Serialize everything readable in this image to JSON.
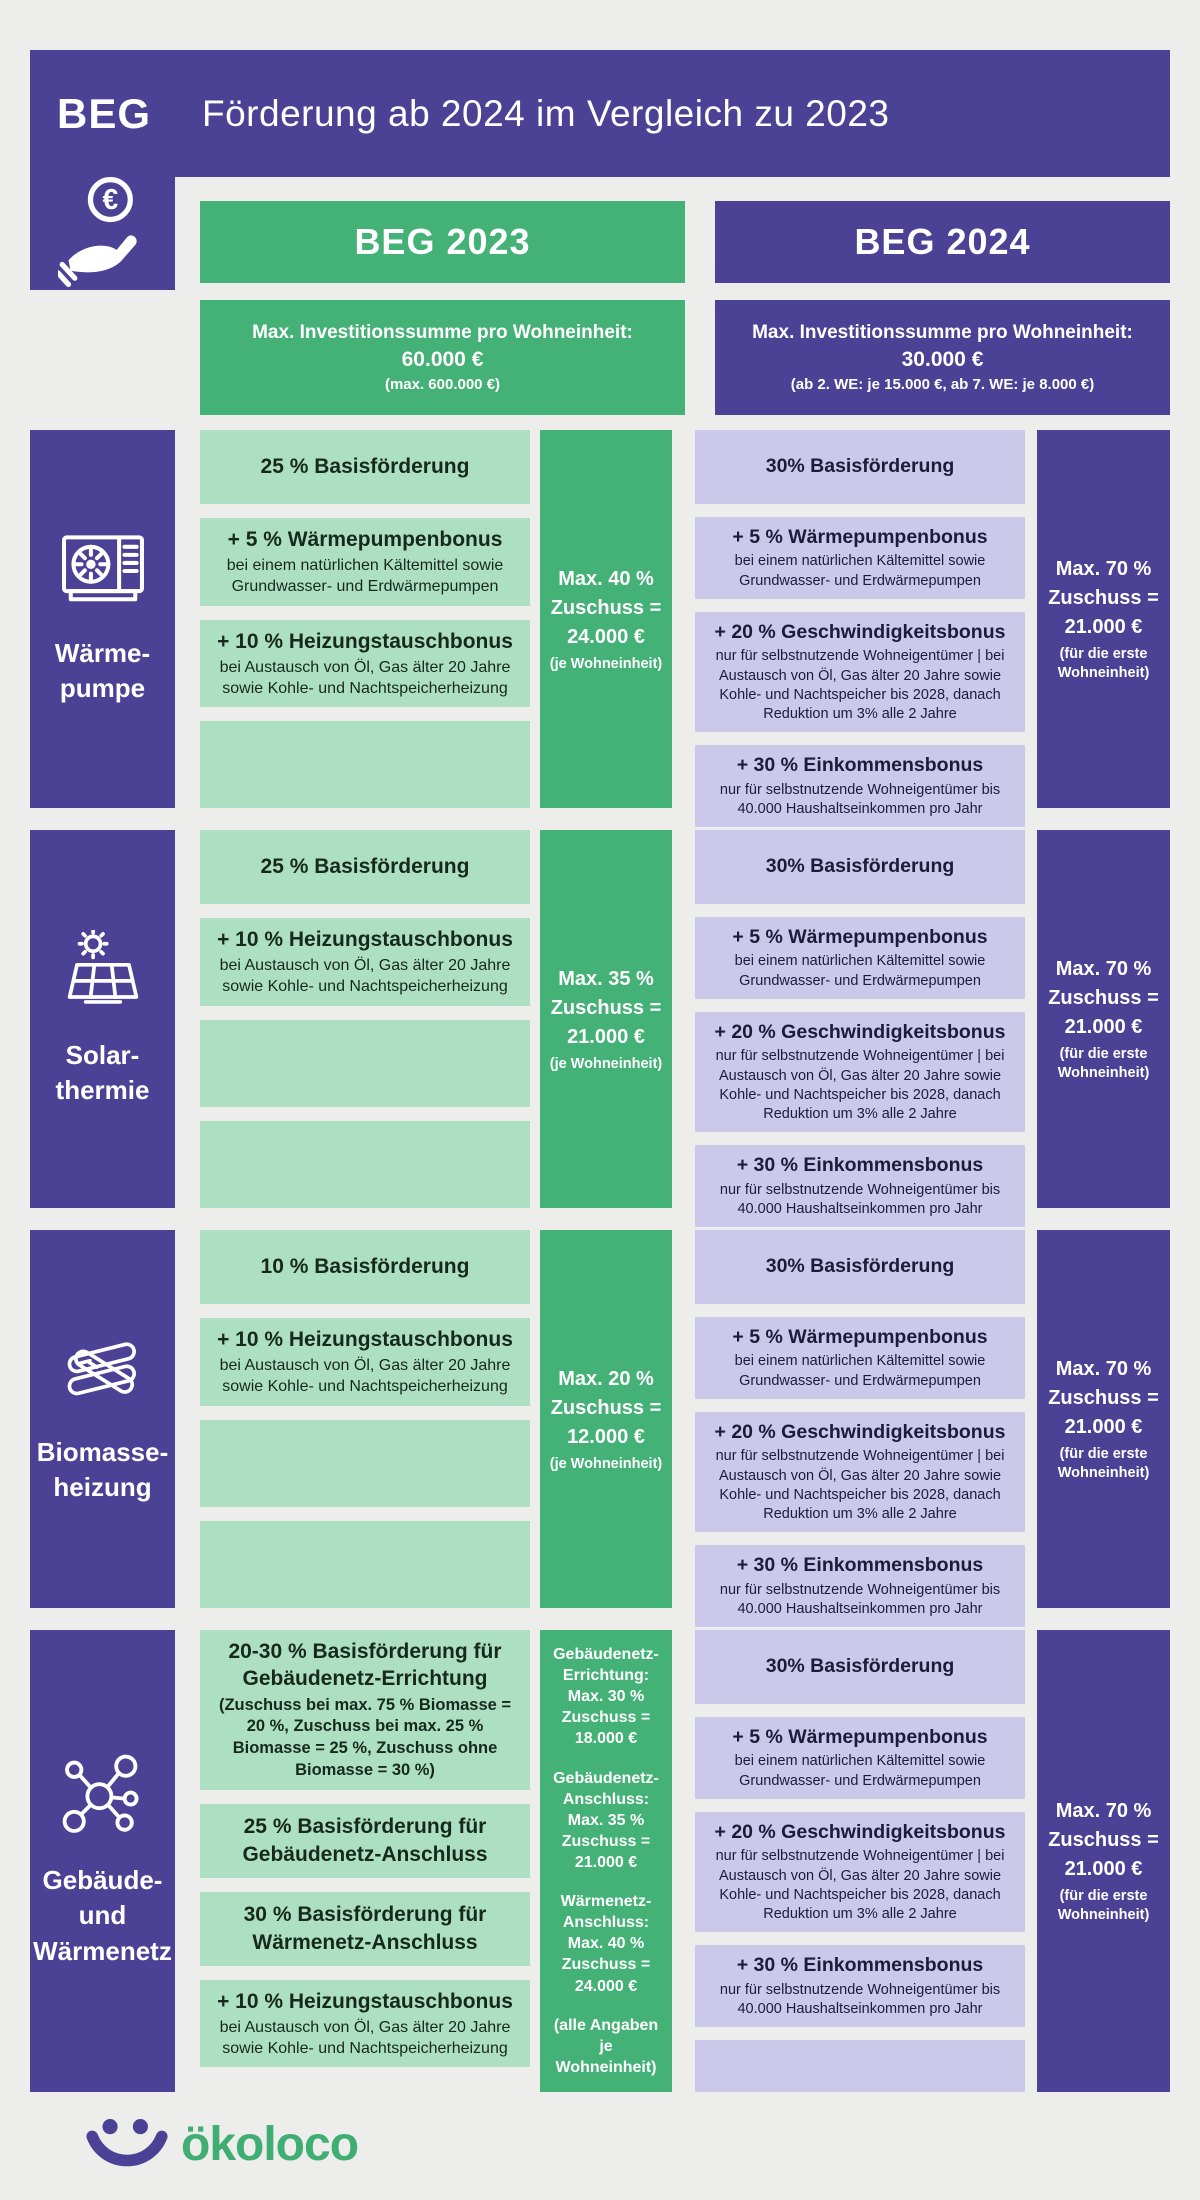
{
  "colors": {
    "background": "#ededeb",
    "purple": "#4b4296",
    "green": "#44b176",
    "light_green": "#ade0c3",
    "lavender": "#ccc8ea",
    "text_dark_green": "#17291d",
    "text_dark_navy": "#1c1b38",
    "brand_green": "#3fae73"
  },
  "header": {
    "logo": "BEG",
    "title": "Förderung ab 2024 im Vergleich zu 2023",
    "col2023": "BEG 2023",
    "col2024": "BEG 2024",
    "invest2023": {
      "line1": "Max. Investitionssumme pro Wohneinheit:",
      "line2": "60.000 €",
      "line3": "(max. 600.000 €)"
    },
    "invest2024": {
      "line1": "Max. Investitionssumme pro Wohneinheit:",
      "line2": "30.000 €",
      "line3": "(ab 2. WE: je 15.000 €, ab 7. WE: je 8.000 €)"
    }
  },
  "rows": [
    {
      "id": "waermepumpe",
      "icon": "heat-pump-icon",
      "label_lines": [
        "Wärme-",
        "pumpe"
      ],
      "boxes2023": [
        {
          "title": "25 % Basisförderung",
          "sub": ""
        },
        {
          "title": "+ 5 % Wärmepumpenbonus",
          "sub": "bei einem natürlichen Kältemittel sowie Grundwasser- und Erdwärmepumpen"
        },
        {
          "title": "+ 10 % Heizungstauschbonus",
          "sub": "bei Austausch von Öl, Gas älter 20 Jahre sowie Kohle- und Nachtspeicherheizung"
        },
        {
          "title": "",
          "sub": ""
        }
      ],
      "max2023": {
        "big": [
          "Max. 40 %",
          "Zuschuss =",
          "24.000 €"
        ],
        "note": "(je Wohneinheit)"
      },
      "boxes2024": [
        {
          "title": "30% Basisförderung",
          "sub": ""
        },
        {
          "title": "+ 5 % Wärmepumpenbonus",
          "sub": "bei einem natürlichen Kältemittel sowie Grundwasser- und Erdwärmepumpen"
        },
        {
          "title": "+ 20 % Geschwindigkeitsbonus",
          "sub": "nur für selbstnutzende Wohneigentümer | bei Austausch von Öl, Gas älter 20 Jahre sowie Kohle- und Nachtspeicher bis 2028, danach Reduktion um 3% alle 2 Jahre"
        },
        {
          "title": "+ 30 % Einkommensbonus",
          "sub": "nur für selbstnutzende Wohneigentümer bis 40.000 Haushaltseinkommen pro Jahr"
        }
      ],
      "max2024": {
        "big": [
          "Max. 70 %",
          "Zuschuss =",
          "21.000 €"
        ],
        "note": "(für die erste Wohneinheit)"
      }
    },
    {
      "id": "solarthermie",
      "icon": "solar-panel-icon",
      "label_lines": [
        "Solar-",
        "thermie"
      ],
      "boxes2023": [
        {
          "title": "25 % Basisförderung",
          "sub": ""
        },
        {
          "title": "+ 10 % Heizungstauschbonus",
          "sub": "bei Austausch von Öl, Gas älter 20 Jahre sowie Kohle- und Nachtspeicherheizung"
        },
        {
          "title": "",
          "sub": ""
        },
        {
          "title": "",
          "sub": ""
        }
      ],
      "max2023": {
        "big": [
          "Max. 35 %",
          "Zuschuss =",
          "21.000 €"
        ],
        "note": "(je Wohneinheit)"
      },
      "boxes2024": [
        {
          "title": "30% Basisförderung",
          "sub": ""
        },
        {
          "title": "+ 5 % Wärmepumpenbonus",
          "sub": "bei einem natürlichen Kältemittel sowie Grundwasser- und Erdwärmepumpen"
        },
        {
          "title": "+ 20 % Geschwindigkeitsbonus",
          "sub": "nur für selbstnutzende Wohneigentümer | bei Austausch von Öl, Gas älter 20 Jahre sowie Kohle- und Nachtspeicher bis 2028, danach Reduktion um 3% alle 2 Jahre"
        },
        {
          "title": "+ 30 % Einkommensbonus",
          "sub": "nur für selbstnutzende Wohneigentümer bis 40.000 Haushaltseinkommen pro Jahr"
        }
      ],
      "max2024": {
        "big": [
          "Max. 70 %",
          "Zuschuss =",
          "21.000 €"
        ],
        "note": "(für die erste Wohneinheit)"
      }
    },
    {
      "id": "biomasseheizung",
      "icon": "biomass-logs-icon",
      "label_lines": [
        "Biomasse-",
        "heizung"
      ],
      "boxes2023": [
        {
          "title": "10 % Basisförderung",
          "sub": ""
        },
        {
          "title": "+ 10 % Heizungstauschbonus",
          "sub": "bei Austausch von Öl, Gas älter 20 Jahre sowie Kohle- und Nachtspeicherheizung"
        },
        {
          "title": "",
          "sub": ""
        },
        {
          "title": "",
          "sub": ""
        }
      ],
      "max2023": {
        "big": [
          "Max. 20 %",
          "Zuschuss =",
          "12.000 €"
        ],
        "note": "(je Wohneinheit)"
      },
      "boxes2024": [
        {
          "title": "30% Basisförderung",
          "sub": ""
        },
        {
          "title": "+ 5 % Wärmepumpenbonus",
          "sub": "bei einem natürlichen Kältemittel sowie Grundwasser- und Erdwärmepumpen"
        },
        {
          "title": "+ 20 % Geschwindigkeitsbonus",
          "sub": "nur für selbstnutzende Wohneigentümer | bei Austausch von Öl, Gas älter 20 Jahre sowie Kohle- und Nachtspeicher bis 2028, danach Reduktion um 3% alle 2 Jahre"
        },
        {
          "title": "+ 30 % Einkommensbonus",
          "sub": "nur für selbstnutzende Wohneigentümer bis 40.000 Haushaltseinkommen pro Jahr"
        }
      ],
      "max2024": {
        "big": [
          "Max. 70 %",
          "Zuschuss =",
          "21.000 €"
        ],
        "note": "(für die erste Wohneinheit)"
      }
    },
    {
      "id": "gebaeude-und-waermenetz",
      "icon": "network-icon",
      "label_lines": [
        "Gebäude-",
        "und",
        "Wärmenetz"
      ],
      "boxes2023": [
        {
          "title": "20-30 % Basisförderung für Gebäudenetz-Errichtung",
          "sub": "(Zuschuss bei max. 75 % Biomasse = 20 %, Zuschuss bei max. 25 % Biomasse = 25 %, Zuschuss ohne Biomasse = 30 %)"
        },
        {
          "title": "25 % Basisförderung für Gebäudenetz-Anschluss",
          "sub": ""
        },
        {
          "title": "30 % Basisförderung für Wärmenetz-Anschluss",
          "sub": ""
        },
        {
          "title": "+ 10 % Heizungstauschbonus",
          "sub": "bei Austausch von Öl, Gas älter 20 Jahre sowie Kohle- und Nachtspeicherheizung"
        }
      ],
      "max2023": {
        "paragraphs": [
          "Gebäudenetz-Errichtung: Max. 30 % Zuschuss = 18.000 €",
          "Gebäudenetz-Anschluss: Max. 35 % Zuschuss = 21.000 €",
          "Wärmenetz-Anschluss: Max. 40 % Zuschuss = 24.000 €",
          "(alle Angaben je Wohneinheit)"
        ]
      },
      "boxes2024": [
        {
          "title": "30% Basisförderung",
          "sub": ""
        },
        {
          "title": "+ 5 % Wärmepumpenbonus",
          "sub": "bei einem natürlichen Kältemittel sowie Grundwasser- und Erdwärmepumpen"
        },
        {
          "title": "+ 20 % Geschwindigkeitsbonus",
          "sub": "nur für selbstnutzende Wohneigentümer | bei Austausch von Öl, Gas älter 20 Jahre sowie Kohle- und Nachtspeicher bis 2028, danach Reduktion um 3% alle 2 Jahre"
        },
        {
          "title": "+ 30 % Einkommensbonus",
          "sub": "nur für selbstnutzende Wohneigentümer bis 40.000 Haushaltseinkommen pro Jahr"
        },
        {
          "title": "",
          "sub": ""
        }
      ],
      "max2024": {
        "big": [
          "Max. 70 %",
          "Zuschuss =",
          "21.000 €"
        ],
        "note": "(für die erste Wohneinheit)"
      }
    }
  ],
  "footer": {
    "brand": "ökoloco"
  }
}
